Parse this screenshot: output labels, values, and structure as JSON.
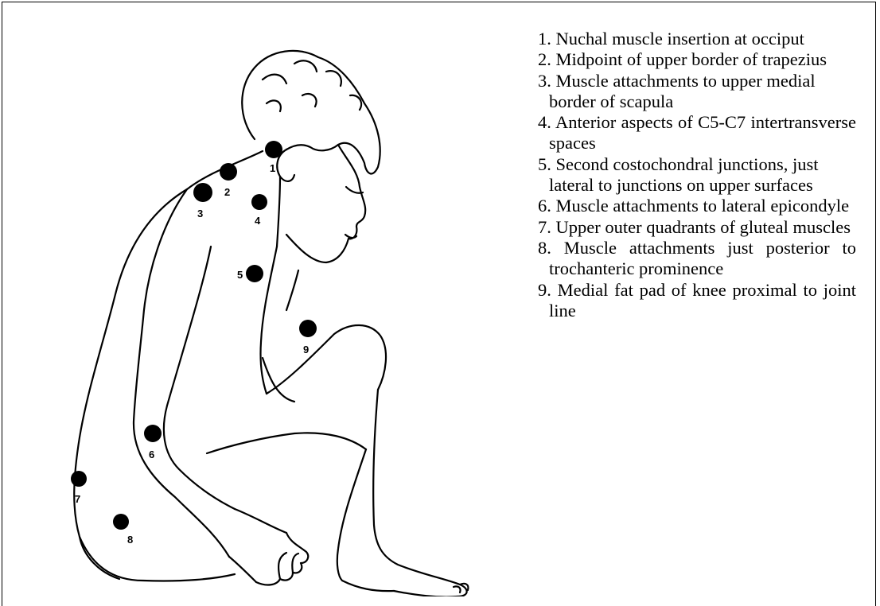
{
  "legend": [
    {
      "number": "1.",
      "text": "Nuchal muscle insertion at occiput"
    },
    {
      "number": "2.",
      "text": "Midpoint of upper border of trapezius"
    },
    {
      "number": "3.",
      "text": "Muscle attachments to upper medial border of scapula"
    },
    {
      "number": "4.",
      "text": "Anterior aspects of C5-C7 intertransverse spaces"
    },
    {
      "number": "5.",
      "text": "Second costochondral junctions, just lateral to junctions on upper surfaces"
    },
    {
      "number": "6.",
      "text": "Muscle attachments to lateral epicondyle"
    },
    {
      "number": "7.",
      "text": "Upper outer quadrants of gluteal muscles"
    },
    {
      "number": "8.",
      "text": "Muscle attachments just posterior to trochanteric prominence"
    },
    {
      "number": "9.",
      "text": "Medial fat pad of knee proximal to joint line"
    }
  ],
  "points": [
    {
      "label": "1"
    },
    {
      "label": "2"
    },
    {
      "label": "3"
    },
    {
      "label": "4"
    },
    {
      "label": "5"
    },
    {
      "label": "6"
    },
    {
      "label": "7"
    },
    {
      "label": "8"
    },
    {
      "label": "9"
    }
  ],
  "colors": {
    "ink": "#000000",
    "background": "#ffffff"
  }
}
